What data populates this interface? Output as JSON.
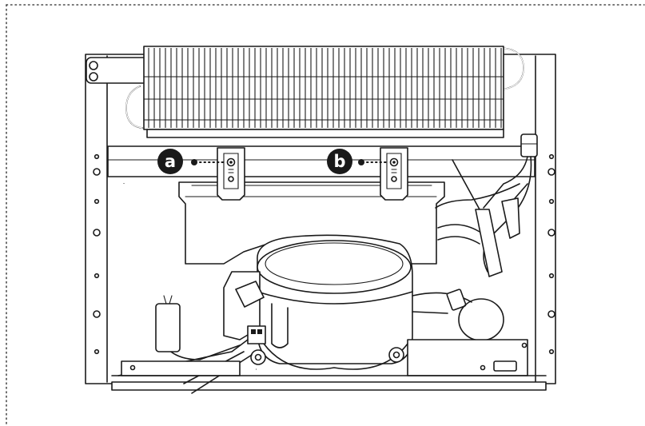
{
  "callouts": [
    {
      "letter": "a",
      "target": "mounting-bracket-left"
    },
    {
      "letter": "b",
      "target": "mounting-bracket-right"
    }
  ],
  "colors": {
    "line": "#1a1a1a",
    "background": "#ffffff",
    "callout_fill": "#1a1a1a",
    "callout_text": "#ffffff",
    "border_dots": "#4a4a4a"
  }
}
